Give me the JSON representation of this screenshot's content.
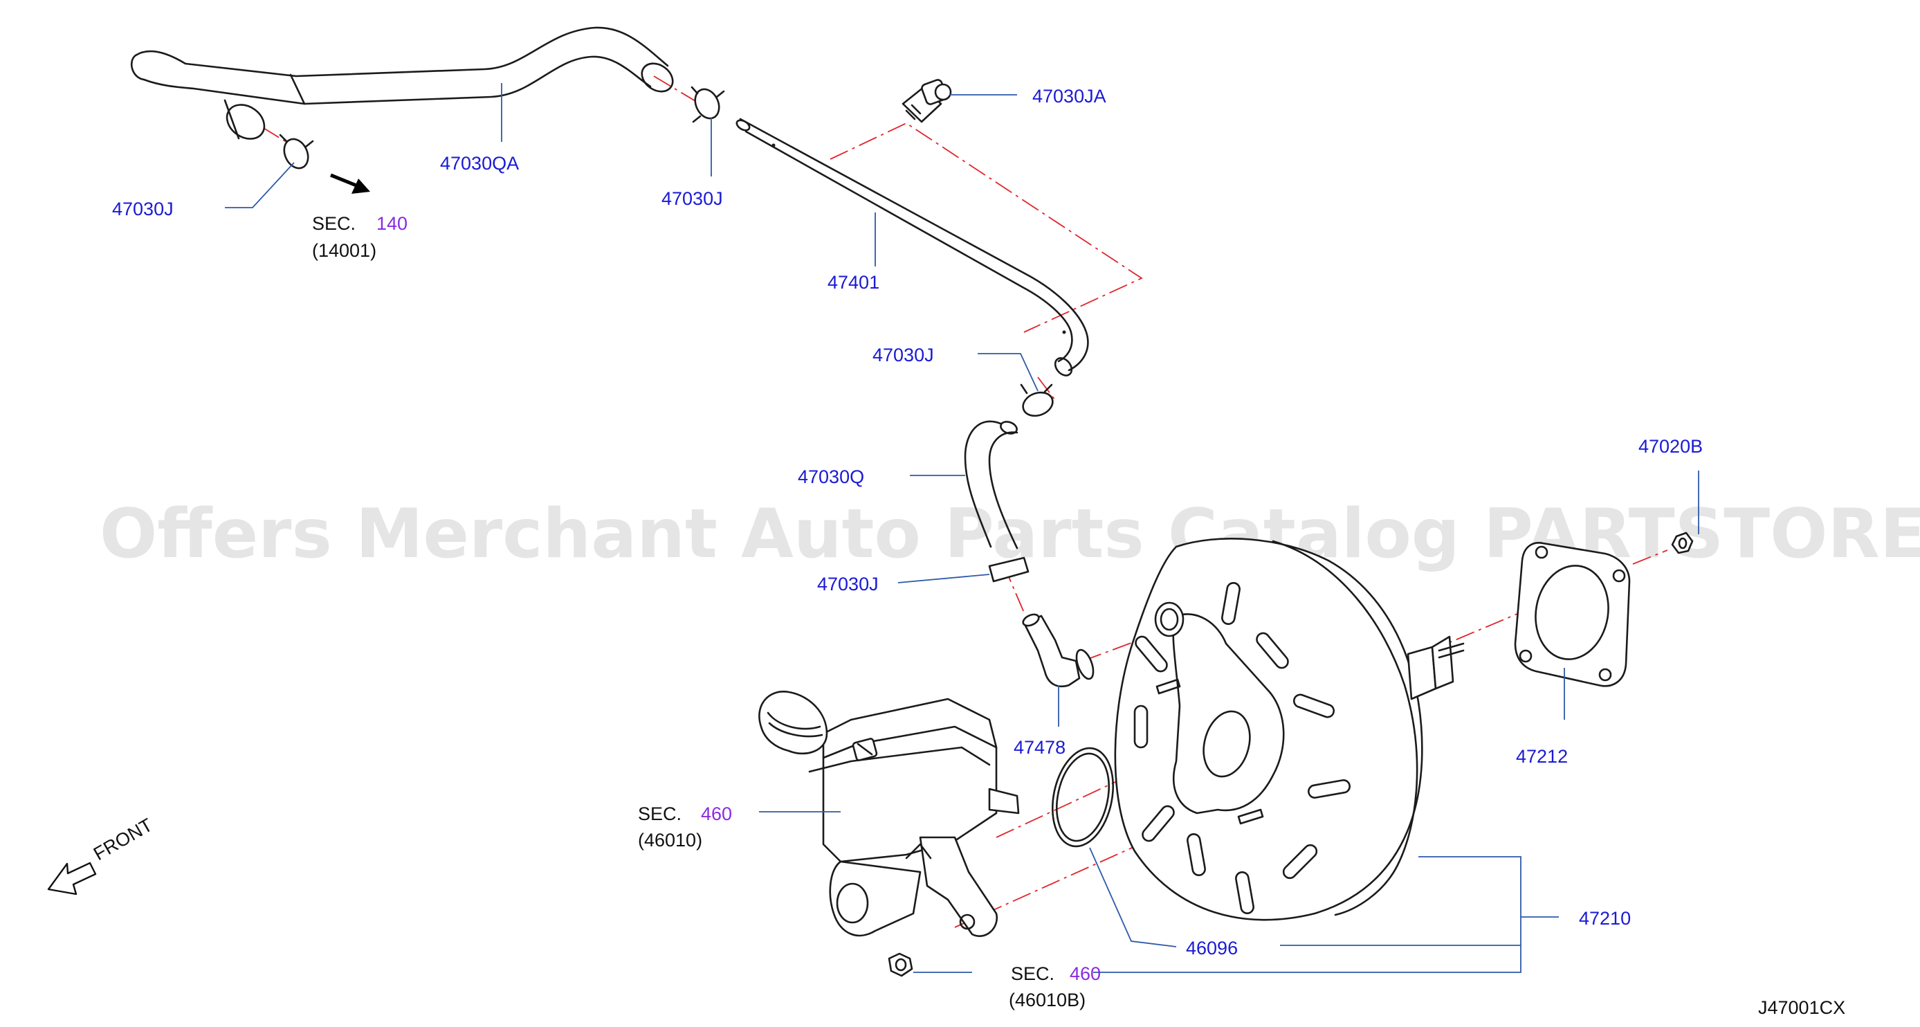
{
  "watermark": "Offers Merchant Auto Parts Catalog PARTSTORE.SA",
  "diagram_id": "J47001CX",
  "front_label": "FRONT",
  "callouts": {
    "p47030J_a": "47030J",
    "p47030QA": "47030QA",
    "p47030J_b": "47030J",
    "p47030JA": "47030JA",
    "p47401": "47401",
    "p47030J_c": "47030J",
    "p47030Q": "47030Q",
    "p47030J_d": "47030J",
    "p47478": "47478",
    "p47020B": "47020B",
    "p47212": "47212",
    "p47210": "47210",
    "p46096": "46096"
  },
  "section_refs": {
    "sec140": {
      "prefix": "SEC.",
      "number": "140",
      "sub": "(14001)"
    },
    "sec460_a": {
      "prefix": "SEC.",
      "number": "460",
      "sub": "(46010)"
    },
    "sec460_b": {
      "prefix": "SEC.",
      "number": "460",
      "sub": "(46010B)"
    }
  },
  "colors": {
    "part_number": "#1a1ad6",
    "section_number": "#8a2be2",
    "leader_line": "#2d5aa8",
    "center_line": "#e0262b",
    "part_outline": "#1b1b1b",
    "watermark": "#cfcfcf"
  }
}
